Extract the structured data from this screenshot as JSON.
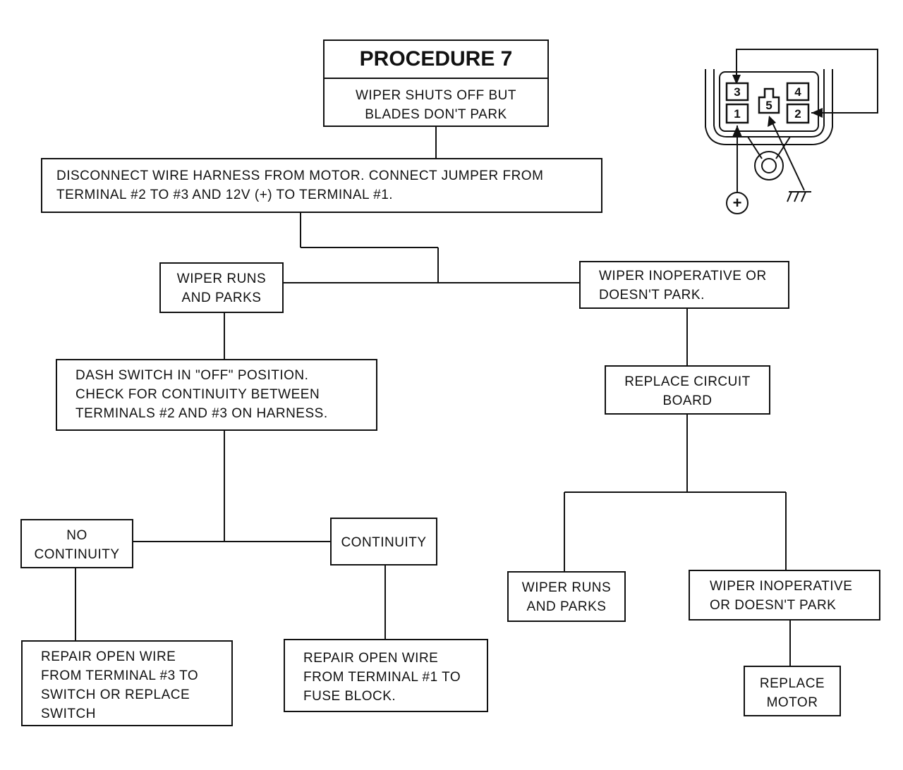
{
  "procedure": {
    "title": "PROCEDURE 7",
    "subtitle": [
      "WIPER SHUTS OFF BUT",
      "BLADES DON'T PARK"
    ]
  },
  "steps": {
    "disconnect": [
      "DISCONNECT WIRE HARNESS FROM MOTOR. CONNECT JUMPER FROM",
      "TERMINAL #2 TO #3 AND 12V (+) TO TERMINAL #1."
    ],
    "wiper_runs_parks": [
      "WIPER RUNS",
      "AND PARKS"
    ],
    "wiper_inoperative": [
      "WIPER INOPERATIVE OR",
      "DOESN'T PARK."
    ],
    "dash_switch": [
      "DASH SWITCH IN \"OFF\" POSITION.",
      "CHECK FOR CONTINUITY BETWEEN",
      "TERMINALS #2 AND #3 ON HARNESS."
    ],
    "replace_circuit_board": [
      "REPLACE CIRCUIT",
      "BOARD"
    ],
    "no_continuity": [
      "NO",
      "CONTINUITY"
    ],
    "continuity": [
      "CONTINUITY"
    ],
    "wiper_runs_parks_2": [
      "WIPER RUNS",
      "AND PARKS"
    ],
    "wiper_inoperative_2": [
      "WIPER INOPERATIVE",
      "OR DOESN'T PARK"
    ],
    "repair_open_wire_3": [
      "REPAIR OPEN WIRE",
      "FROM TERMINAL #3 TO",
      "SWITCH OR REPLACE",
      "SWITCH"
    ],
    "repair_open_wire_1": [
      "REPAIR OPEN WIRE",
      "FROM TERMINAL #1 TO",
      "FUSE BLOCK."
    ],
    "replace_motor": [
      "REPLACE",
      "MOTOR"
    ]
  },
  "connector": {
    "terminals": [
      "3",
      "4",
      "1",
      "5",
      "2"
    ],
    "positive_symbol": "+"
  }
}
